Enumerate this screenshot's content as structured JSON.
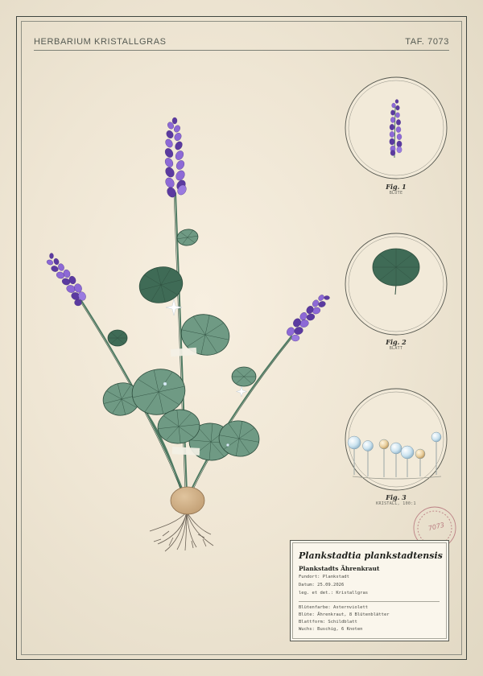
{
  "header": {
    "title": "HERBARIUM KRISTALLGRAS",
    "plate": "TAF. 7073"
  },
  "figures": [
    {
      "title": "Fig. 1",
      "subtitle": "BLÜTE"
    },
    {
      "title": "Fig. 2",
      "subtitle": "BLATT"
    },
    {
      "title": "Fig. 3",
      "subtitle": "KRISTALL, 100:1"
    }
  ],
  "label": {
    "species": "Plankstadtia plankstadtensis",
    "common": "Plankstadts Ährenkraut",
    "locality": "Fundort: Plankstadt",
    "date": "Datum: 25.09.2026",
    "collector": "leg. et det.: Kristallgras",
    "traits": [
      "Blütenfarbe: Asternviolett",
      "Blüte: Ährenkraut, 8 Blütenblätter",
      "Blattform: Schildblatt",
      "Wuchs: Buschig, 6 Knoten"
    ]
  },
  "stamp": {
    "number": "7073"
  },
  "colors": {
    "petal_dark": "#5b3aa0",
    "petal_light": "#8d69d6",
    "leaf": "#6f9a84",
    "leaf_dark": "#3f6b56",
    "stem": "#4e7a62",
    "frame": "#3f4640",
    "stamp": "#b06872"
  }
}
